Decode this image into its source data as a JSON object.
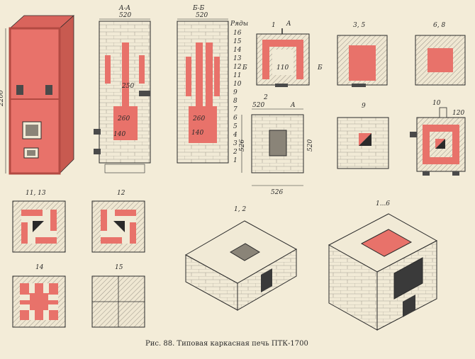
{
  "colors": {
    "paper": "#f3ecd8",
    "ink": "#2a2a2a",
    "brick_red": "#e8726a",
    "frame": "#c85a50",
    "hatch": "#9a9488",
    "steel": "#4a4a4a"
  },
  "caption": "Рис. 88. Типовая каркасная печь ПТК-1700",
  "stove_view": {
    "height_label": "2200"
  },
  "section_aa": {
    "title": "A-A",
    "width_label": "520",
    "dim_top": "250",
    "dim_chamber": "260",
    "dim_grate": "140"
  },
  "section_bb": {
    "title": "Б-Б",
    "width_label": "520",
    "dim_chamber": "260",
    "dim_grate": "140",
    "rows_title": "Ряды",
    "rows": [
      "16",
      "15",
      "14",
      "13",
      "12",
      "11",
      "10",
      "9",
      "8",
      "7",
      "6",
      "5",
      "4",
      "3",
      "2",
      "1"
    ]
  },
  "plan_1": {
    "title": "1",
    "section_mark": "A",
    "side_mark": "Б",
    "dim_inner": "110"
  },
  "plan_2": {
    "title": "2",
    "section_mark": "A",
    "width_label": "520",
    "height_label": "520",
    "base_width": "526",
    "side_height": "526"
  },
  "plan_3_5": {
    "title": "3, 5"
  },
  "plan_6_8": {
    "title": "6, 8"
  },
  "plan_9": {
    "title": "9"
  },
  "plan_10": {
    "title": "10",
    "dim": "120"
  },
  "plan_11_13": {
    "title": "11, 13"
  },
  "plan_12": {
    "title": "12"
  },
  "plan_14": {
    "title": "14"
  },
  "plan_15": {
    "title": "15"
  },
  "iso_1_2": {
    "title": "1, 2"
  },
  "iso_1_6": {
    "title": "1...6"
  }
}
